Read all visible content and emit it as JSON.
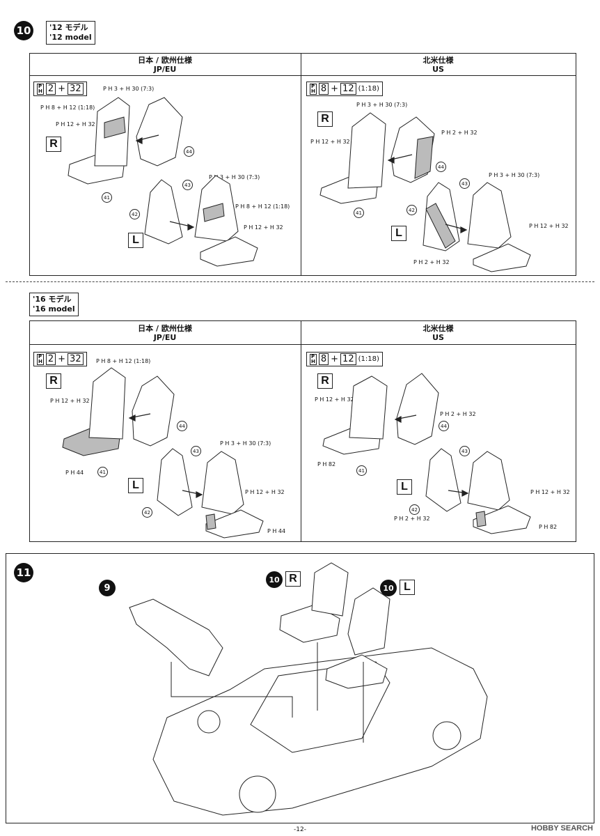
{
  "step10": {
    "badge": "10",
    "model12": {
      "jp": "'12 モデル",
      "en": "'12 model"
    },
    "model16": {
      "jp": "'16 モデル",
      "en": "'16 model"
    },
    "columns": {
      "jpeu_jp": "日本 / 欧州仕様",
      "jpeu_en": "JP/EU",
      "us_jp": "北米仕様",
      "us_en": "US"
    },
    "paint_jpeu": {
      "a": "2",
      "plus": "+",
      "b": "32"
    },
    "paint_us": {
      "a": "8",
      "plus": "+",
      "b": "12",
      "ratio": "(1:18)"
    },
    "labels": {
      "p3_h30": "P H 3 + H 30 (7:3)",
      "p8_h12": "P H 8 + H 12 (1:18)",
      "p12_h32": "P H 12 + H 32",
      "p2_h32": "P H 2 + H 32",
      "p44": "P H 44",
      "p82": "P H 82"
    },
    "sides": {
      "r": "R",
      "l": "L"
    },
    "parts": {
      "p41": "41",
      "p42": "42",
      "p43": "43",
      "p44": "44"
    }
  },
  "step11": {
    "badge": "11",
    "ref9": "9",
    "ref10": "10",
    "r": "R",
    "l": "L"
  },
  "footer": {
    "page": "-12-",
    "watermark": "HOBBY SEARCH"
  }
}
